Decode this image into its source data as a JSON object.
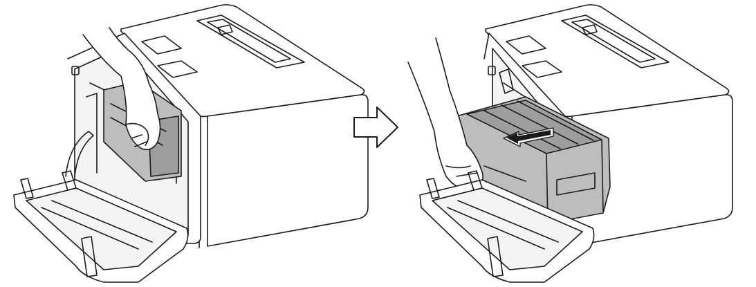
{
  "figure": {
    "steps": [
      {
        "id": "step-1",
        "action": "grip-drum-unit-green-handle"
      },
      {
        "id": "step-2",
        "action": "pull-drum-unit-out-slowly"
      }
    ],
    "transition_icon": "arrow-right-outline-icon",
    "pull_direction_icon": "arrow-left-icon",
    "colors": {
      "line": "#1a1a1a",
      "drum_fill": "#bdbdbd",
      "drum_shade": "#9e9e9e",
      "cavity": "#f4f4f4",
      "background": "#ffffff"
    }
  }
}
